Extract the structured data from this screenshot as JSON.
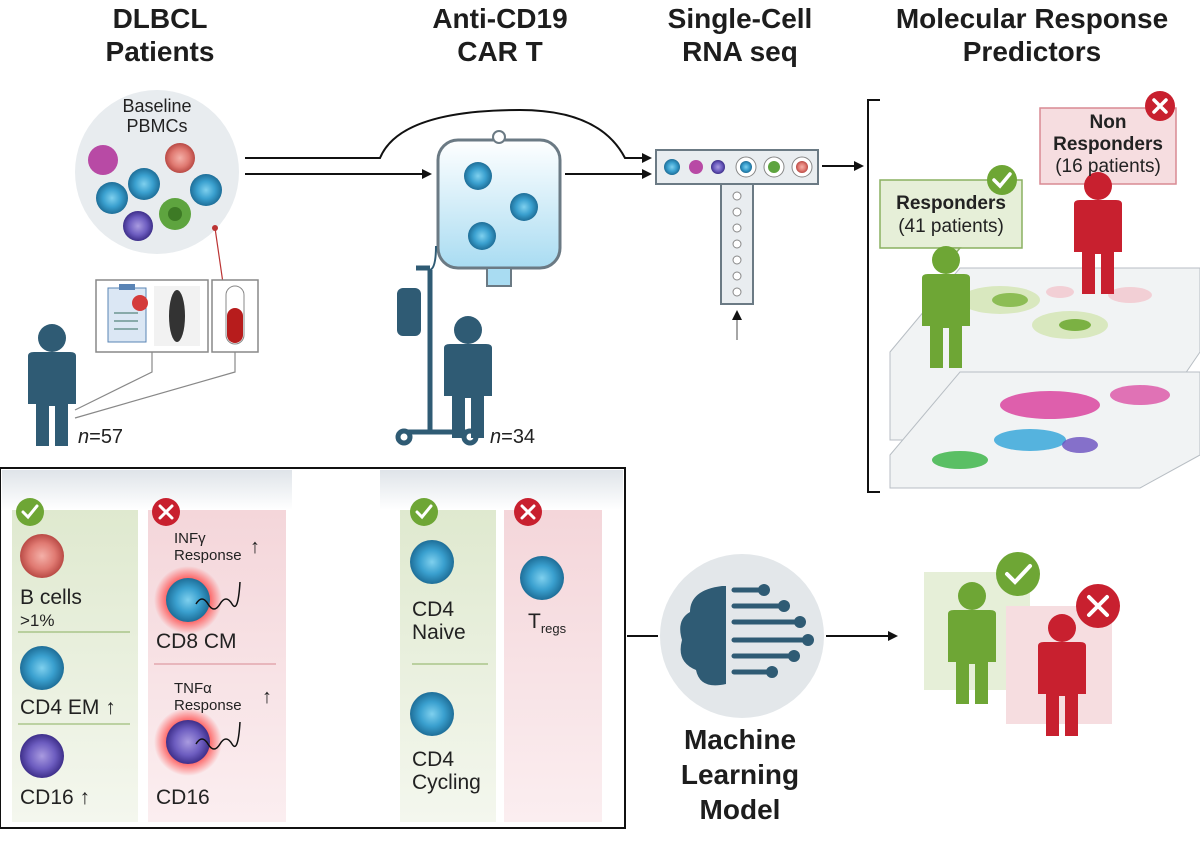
{
  "headings": {
    "patients": [
      "DLBCL",
      "Patients"
    ],
    "cart": [
      "Anti-CD19",
      "CAR T"
    ],
    "scrna": [
      "Single-Cell",
      "RNA seq"
    ],
    "predictors": [
      "Molecular Response",
      "Predictors"
    ],
    "ml": [
      "Machine",
      "Learning",
      "Model"
    ]
  },
  "baseline": [
    "Baseline",
    "PBMCs"
  ],
  "counts": {
    "patients_n": "57",
    "cart_n": "34",
    "n_symbol": "n",
    "eq": "="
  },
  "responders": {
    "title": "Responders",
    "count": "(41 patients)"
  },
  "non_responders": {
    "title1": "Non",
    "title2": "Responders",
    "count": "(16 patients)"
  },
  "left_panel": {
    "resp_cells": [
      {
        "name": "B cells",
        "sub": ">1%"
      },
      {
        "name": "CD4 EM",
        "arrow": "↑"
      },
      {
        "name": "CD16",
        "arrow": "↑"
      }
    ],
    "nonresp_cells": [
      {
        "name": "CD8 CM",
        "annot1": "INFγ",
        "annot2": "Response",
        "arrow": "↑"
      },
      {
        "name": "CD16",
        "annot1": "TNFα",
        "annot2": "Response",
        "arrow": "↑"
      }
    ]
  },
  "mid_panel": {
    "resp_cells": [
      {
        "line1": "CD4",
        "line2": "Naive"
      },
      {
        "line1": "CD4",
        "line2": "Cycling"
      }
    ],
    "nonresp_cells": [
      {
        "main": "T",
        "sub": "regs"
      }
    ]
  },
  "icons": {
    "check": "check-icon",
    "cross": "cross-icon"
  },
  "colors": {
    "resp_green": "#6ea635",
    "nonresp_red": "#c8202f",
    "person_blue": "#2f5b74",
    "resp_bg": "#e6efd8",
    "nonresp_bg": "#f6dde0",
    "cell_blue": "#3aa0cf"
  }
}
